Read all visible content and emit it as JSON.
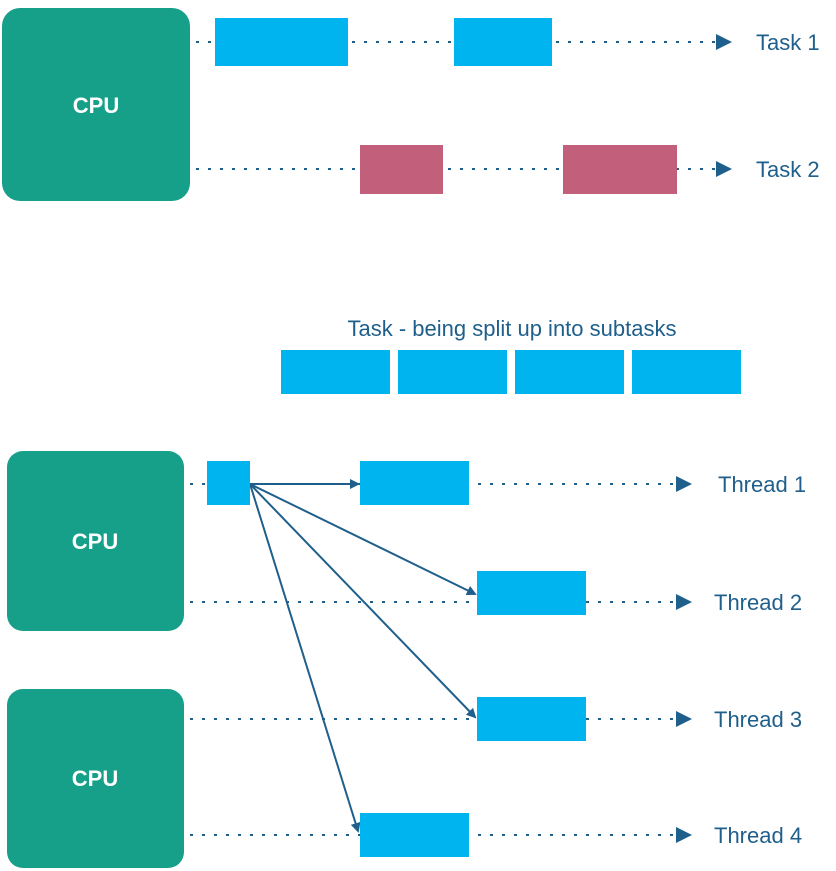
{
  "colors": {
    "cpu": "#16a08a",
    "block_blue": "#00b4f0",
    "block_pink": "#c2607b",
    "line": "#1f5f8b",
    "text": "#1f5f8b"
  },
  "top": {
    "cpu_label": "CPU",
    "task1_label": "Task 1",
    "task2_label": "Task 2"
  },
  "bottom": {
    "split_title": "Task - being split up into subtasks",
    "cpu1_label": "CPU",
    "cpu2_label": "CPU",
    "thread1_label": "Thread 1",
    "thread2_label": "Thread 2",
    "thread3_label": "Thread 3",
    "thread4_label": "Thread 4"
  }
}
